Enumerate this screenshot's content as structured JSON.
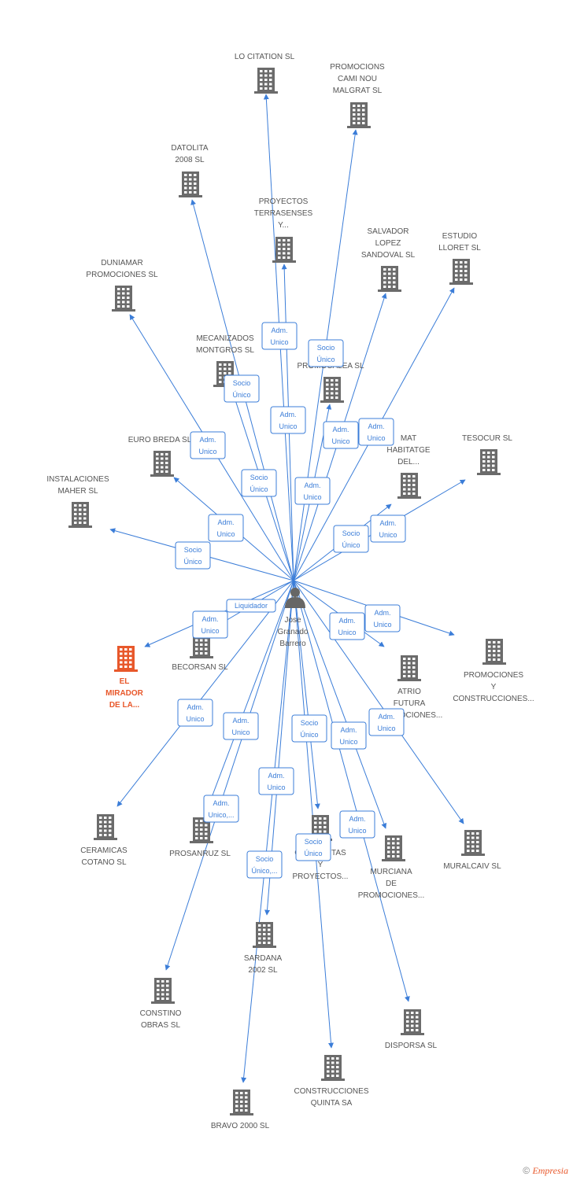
{
  "colors": {
    "edge": "#3b7dd8",
    "building": "#6b6b6b",
    "highlight": "#e8582b",
    "label": "#555555"
  },
  "person": {
    "name_lines": [
      "Jose",
      "Granado",
      "Barrero"
    ],
    "icon": "person-icon"
  },
  "companies": [
    {
      "id": "lo-citation",
      "lines": [
        "LO CITATION SL"
      ]
    },
    {
      "id": "promocions-cami",
      "lines": [
        "PROMOCIONS",
        "CAMI NOU",
        "MALGRAT SL"
      ]
    },
    {
      "id": "datolita",
      "lines": [
        "DATOLITA",
        "2008 SL"
      ]
    },
    {
      "id": "proyectos-terrasenses",
      "lines": [
        "PROYECTOS",
        "TERRASENSES",
        "Y..."
      ]
    },
    {
      "id": "salvador-lopez",
      "lines": [
        "SALVADOR",
        "LOPEZ",
        "SANDOVAL  SL"
      ]
    },
    {
      "id": "estudio-lloret",
      "lines": [
        "ESTUDIO",
        "LLORET SL"
      ]
    },
    {
      "id": "duniamar",
      "lines": [
        "DUNIAMAR",
        "PROMOCIONES SL"
      ]
    },
    {
      "id": "mecanizados",
      "lines": [
        "MECANIZADOS",
        "MONTGROS SL"
      ]
    },
    {
      "id": "promocalea",
      "lines": [
        "PROMOCALEA SL"
      ]
    },
    {
      "id": "euro-breda",
      "lines": [
        "EURO BREDA SL"
      ]
    },
    {
      "id": "mat-habitatge",
      "lines": [
        "MAT",
        "HABITATGE",
        "DEL..."
      ]
    },
    {
      "id": "tesocur",
      "lines": [
        "TESOCUR SL"
      ]
    },
    {
      "id": "instalaciones-maher",
      "lines": [
        "INSTALACIONES",
        "MAHER SL"
      ]
    },
    {
      "id": "el-mirador",
      "lines": [
        "EL",
        "MIRADOR",
        "DE LA..."
      ],
      "highlight": true
    },
    {
      "id": "becorsan",
      "lines": [
        "BECORSAN SL"
      ]
    },
    {
      "id": "atrio-futura",
      "lines": [
        "ATRIO",
        "FUTURA",
        "PROMOCIONES..."
      ]
    },
    {
      "id": "promociones-construcciones",
      "lines": [
        "PROMOCIONES",
        "Y",
        "CONSTRUCCIONES..."
      ]
    },
    {
      "id": "ceramicas-cotano",
      "lines": [
        "CERAMICAS",
        "COTANO SL"
      ]
    },
    {
      "id": "prosanruz",
      "lines": [
        "PROSANRUZ SL"
      ]
    },
    {
      "id": "conquistas",
      "lines": [
        "CONQUISTAS",
        "Y",
        "PROYECTOS..."
      ]
    },
    {
      "id": "murciana",
      "lines": [
        "MURCIANA",
        "DE",
        "PROMOCIONES..."
      ]
    },
    {
      "id": "muralcaiv",
      "lines": [
        "MURALCAIV  SL"
      ]
    },
    {
      "id": "sardana",
      "lines": [
        "SARDANA",
        "2002 SL"
      ]
    },
    {
      "id": "constino",
      "lines": [
        "CONSTINO",
        "OBRAS  SL"
      ]
    },
    {
      "id": "disporsa",
      "lines": [
        "DISPORSA SL"
      ]
    },
    {
      "id": "construcciones-quinta",
      "lines": [
        "CONSTRUCCIONES",
        "QUINTA SA"
      ]
    },
    {
      "id": "bravo-2000",
      "lines": [
        "BRAVO 2000 SL"
      ]
    }
  ],
  "relations": [
    {
      "target": "lo-citation",
      "lines": [
        "Adm.",
        "Unico"
      ]
    },
    {
      "target": "promocions-cami",
      "lines": [
        "Socio",
        "Único"
      ]
    },
    {
      "target": "datolita",
      "lines": [
        "Socio",
        "Único"
      ]
    },
    {
      "target": "proyectos-terrasenses",
      "lines": [
        "Adm.",
        "Unico"
      ]
    },
    {
      "target": "salvador-lopez",
      "lines": [
        "Adm.",
        "Unico"
      ]
    },
    {
      "target": "estudio-lloret",
      "lines": [
        "Adm.",
        "Unico"
      ]
    },
    {
      "target": "duniamar",
      "lines": [
        "Adm.",
        "Unico"
      ]
    },
    {
      "target": "mecanizados",
      "lines": [
        "Socio",
        "Único"
      ]
    },
    {
      "target": "promocalea",
      "lines": [
        "Adm.",
        "Unico"
      ]
    },
    {
      "target": "euro-breda",
      "lines": [
        "Adm.",
        "Unico"
      ]
    },
    {
      "target": "mat-habitatge",
      "lines": [
        "Socio",
        "Único"
      ]
    },
    {
      "target": "tesocur",
      "lines": [
        "Adm.",
        "Unico"
      ]
    },
    {
      "target": "instalaciones-maher",
      "lines": [
        "Socio",
        "Único"
      ]
    },
    {
      "target": "el-mirador",
      "lines": [
        "Adm.",
        "Unico"
      ]
    },
    {
      "target": "becorsan",
      "lines": [
        "Liquidador"
      ]
    },
    {
      "target": "atrio-futura",
      "lines": [
        "Adm.",
        "Unico"
      ]
    },
    {
      "target": "promociones-construcciones",
      "lines": [
        "Adm.",
        "Unico"
      ]
    },
    {
      "target": "ceramicas-cotano",
      "lines": [
        "Adm.",
        "Unico"
      ]
    },
    {
      "target": "prosanruz",
      "lines": [
        "Adm.",
        "Unico,..."
      ]
    },
    {
      "target": "conquistas",
      "lines": [
        "Socio",
        "Único"
      ]
    },
    {
      "target": "murciana",
      "lines": [
        "Adm.",
        "Unico"
      ]
    },
    {
      "target": "muralcaiv",
      "lines": [
        "Adm.",
        "Unico"
      ]
    },
    {
      "target": "sardana",
      "lines": [
        "Adm.",
        "Unico"
      ]
    },
    {
      "target": "constino",
      "lines": [
        "Adm.",
        "Unico"
      ]
    },
    {
      "target": "disporsa",
      "lines": [
        "Adm.",
        "Unico"
      ]
    },
    {
      "target": "construcciones-quinta",
      "lines": [
        "Socio",
        "Único"
      ]
    },
    {
      "target": "bravo-2000",
      "lines": [
        "Socio",
        "Único,..."
      ]
    }
  ],
  "footer": {
    "copyright": "©",
    "brand": "Empresia"
  }
}
